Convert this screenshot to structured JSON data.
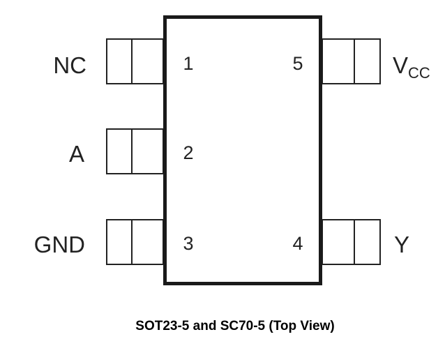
{
  "caption": "SOT23-5 and SC70-5 (Top View)",
  "pins": [
    {
      "number": "1",
      "name": "NC"
    },
    {
      "number": "2",
      "name": "A"
    },
    {
      "number": "3",
      "name": "GND"
    },
    {
      "number": "4",
      "name": "Y"
    },
    {
      "number": "5",
      "name_main": "V",
      "name_sub": "CC"
    }
  ]
}
